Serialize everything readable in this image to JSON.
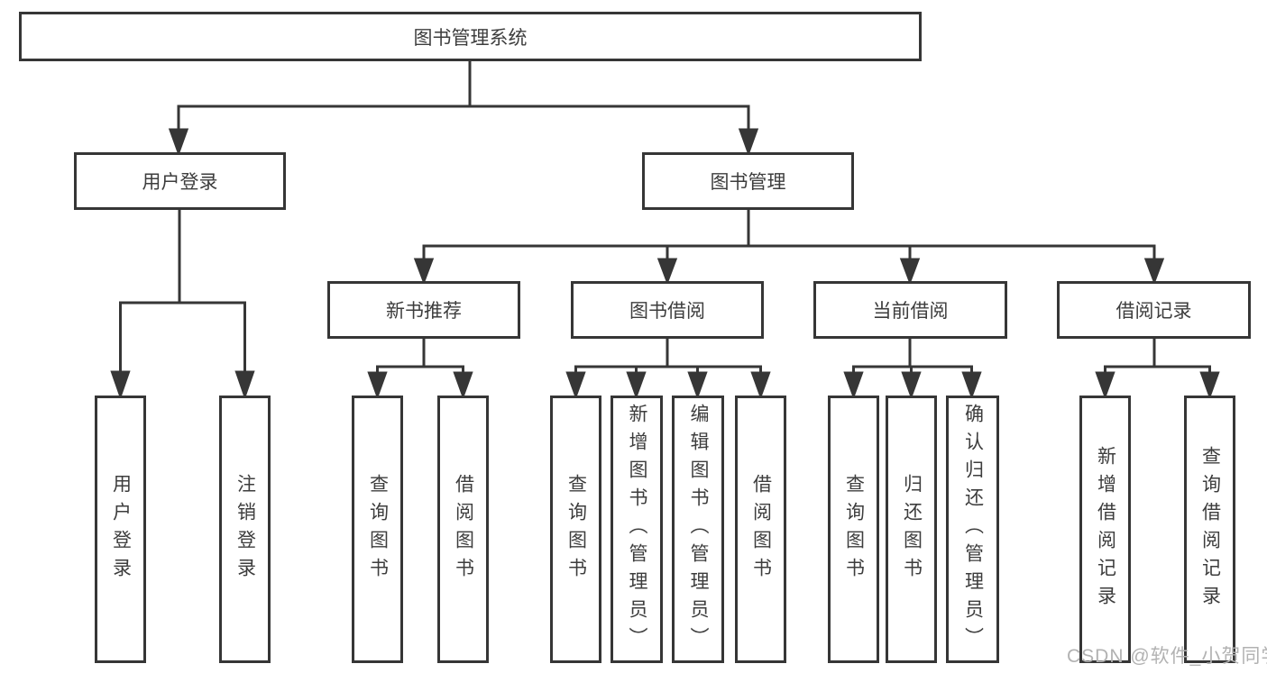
{
  "tree": {
    "root": "图书管理系统",
    "branches": [
      {
        "label": "用户登录",
        "leaves": [
          "用户登录",
          "注销登录"
        ]
      },
      {
        "label": "图书管理",
        "children": [
          {
            "label": "新书推荐",
            "leaves": [
              "查询图书",
              "借阅图书"
            ]
          },
          {
            "label": "图书借阅",
            "leaves": [
              "查询图书",
              "新增图书（管理员）",
              "编辑图书（管理员）",
              "借阅图书"
            ]
          },
          {
            "label": "当前借阅",
            "leaves": [
              "查询图书",
              "归还图书",
              "确认归还（管理员）"
            ]
          },
          {
            "label": "借阅记录",
            "leaves": [
              "新增借阅记录",
              "查询借阅记录"
            ]
          }
        ]
      }
    ]
  },
  "watermark": {
    "text": "CSDN @软件_小贺同学"
  },
  "colors": {
    "line": "#363636",
    "text": "#3d3d3d",
    "watermark": "#b2b2b2",
    "background": "#ffffff"
  }
}
